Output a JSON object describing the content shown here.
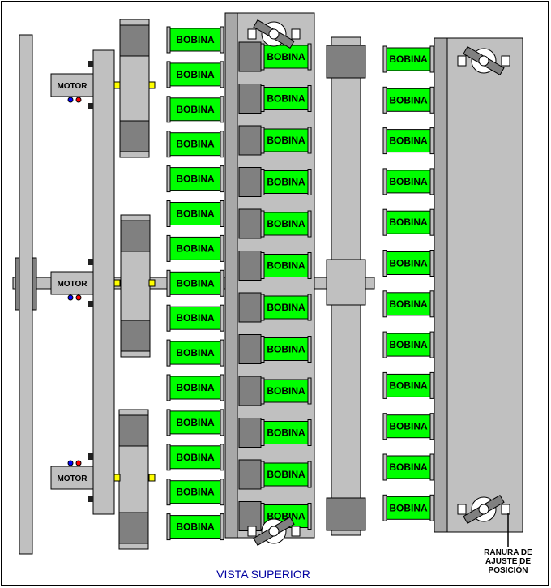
{
  "coil_label": "BOBINA",
  "motor_label": "MOTOR",
  "caption": "VISTA SUPERIOR",
  "slot_note": [
    "RANURA DE",
    "AJUSTE DE",
    "POSICIÓN"
  ],
  "colors": {
    "coil": "#00ff00",
    "plate": "#c0c0c0",
    "dark_gray": "#808080",
    "caption": "#0000a0",
    "wire_red": "#ff0000",
    "wire_blue": "#0000ff",
    "shaft_pin": "#ffff00"
  },
  "counts": {
    "coils_column_1": 15,
    "coils_column_2": 12,
    "coils_column_3": 12,
    "motors": 3
  }
}
